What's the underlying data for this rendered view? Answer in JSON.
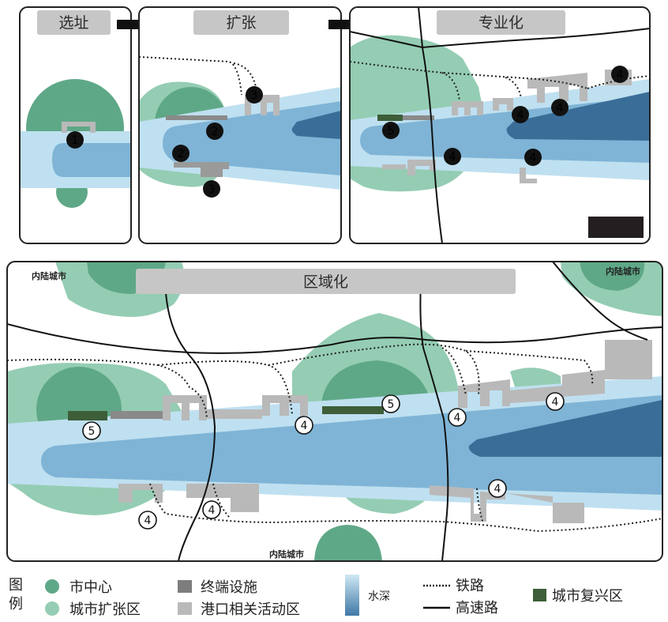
{
  "stages": {
    "s1": {
      "title": "选址"
    },
    "s2": {
      "title": "扩张"
    },
    "s3": {
      "title": "专业化"
    },
    "s4": {
      "title": "区域化"
    }
  },
  "markers": {
    "m1": "1",
    "m2": "2",
    "m3": "3",
    "m4": "4",
    "m5": "5"
  },
  "city_label": "内陆城市",
  "legend": {
    "title": "图例",
    "city_center": "市中心",
    "city_expansion": "城市扩张区",
    "terminal": "终端设施",
    "port_activity": "港口相关活动区",
    "water_depth": "水深",
    "railway": "铁路",
    "highway": "高速路",
    "urban_revival": "城市复兴区"
  },
  "colors": {
    "city_center": "#5fa887",
    "city_expansion": "#94cdb3",
    "terminal": "#7d7d7d",
    "port_activity": "#b9b9b9",
    "water_light": "#bfe0f0",
    "water_mid": "#7fb4d6",
    "water_deep": "#3a6e98",
    "urban_revival": "#3d5e38"
  }
}
